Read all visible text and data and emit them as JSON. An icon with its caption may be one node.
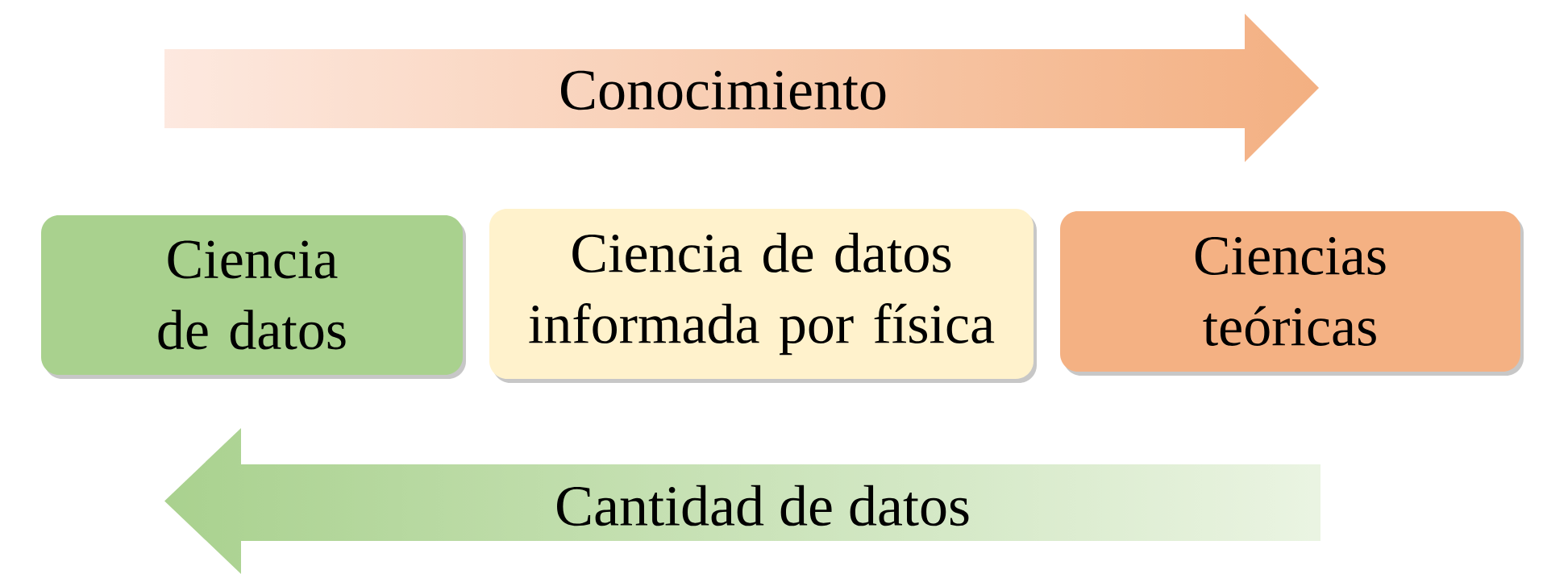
{
  "diagram": {
    "nodes": [
      {
        "text": [
          "Conocimiento"
        ]
      },
      {
        "text": [
          "Ciencia de datos"
        ]
      },
      {
        "text": [
          "Ciencia de datos informada por física"
        ]
      },
      {
        "text": [
          "Ciencias teóricas"
        ]
      },
      {
        "text": [
          "Cantidad de datos"
        ]
      }
    ]
  }
}
